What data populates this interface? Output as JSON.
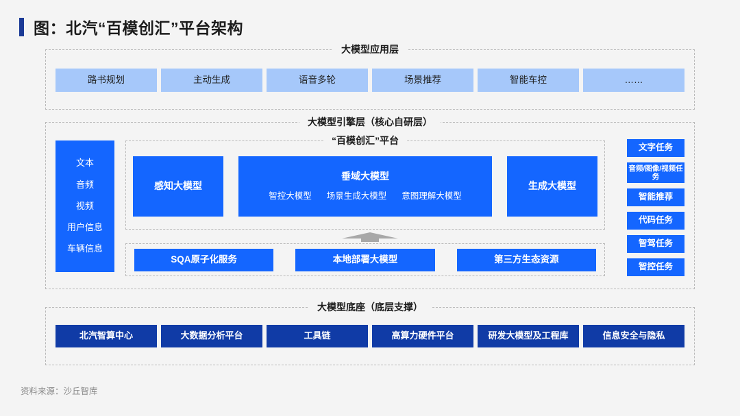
{
  "title": {
    "text": "图：北汽“百模创汇”平台架构",
    "accent_color": "#1b3a96"
  },
  "colors": {
    "background": "#f4f4f4",
    "light_blue": "#a6c8fa",
    "bright_blue": "#1466ff",
    "navy_blue": "#103ba6",
    "dashed_border": "#b9b9b9",
    "arrow_gray": "#a8a8a8"
  },
  "app_layer": {
    "label": "大模型应用层",
    "items": [
      {
        "label": "路书规划"
      },
      {
        "label": "主动生成"
      },
      {
        "label": "语音多轮"
      },
      {
        "label": "场景推荐"
      },
      {
        "label": "智能车控"
      },
      {
        "label": "……"
      }
    ]
  },
  "engine_layer": {
    "label": "大模型引擎层（核心自研层）",
    "input_column": {
      "items": [
        "文本",
        "音频",
        "视频",
        "用户信息",
        "车辆信息"
      ]
    },
    "platform": {
      "label": "“百模创汇”平台",
      "perception": {
        "label": "感知大模型"
      },
      "vertical": {
        "label": "垂域大模型",
        "sub_items": [
          "智控大模型",
          "场景生成大模型",
          "意图理解大模型"
        ]
      },
      "generation": {
        "label": "生成大模型"
      }
    },
    "resources": {
      "items": [
        {
          "label": "SQA原子化服务"
        },
        {
          "label": "本地部署大模型"
        },
        {
          "label": "第三方生态资源"
        }
      ]
    },
    "tasks": [
      {
        "label": "文字任务",
        "two_line": false
      },
      {
        "label": "音频/图像/视频任务",
        "two_line": true
      },
      {
        "label": "智能推荐",
        "two_line": false
      },
      {
        "label": "代码任务",
        "two_line": false
      },
      {
        "label": "智驾任务",
        "two_line": false
      },
      {
        "label": "智控任务",
        "two_line": false
      }
    ]
  },
  "base_layer": {
    "label": "大模型底座（底层支撑）",
    "items": [
      {
        "label": "北汽智算中心"
      },
      {
        "label": "大数据分析平台"
      },
      {
        "label": "工具链"
      },
      {
        "label": "高算力硬件平台"
      },
      {
        "label": "研发大模型及工程库"
      },
      {
        "label": "信息安全与隐私"
      }
    ]
  },
  "footer": {
    "source": "资料来源：沙丘智库"
  }
}
